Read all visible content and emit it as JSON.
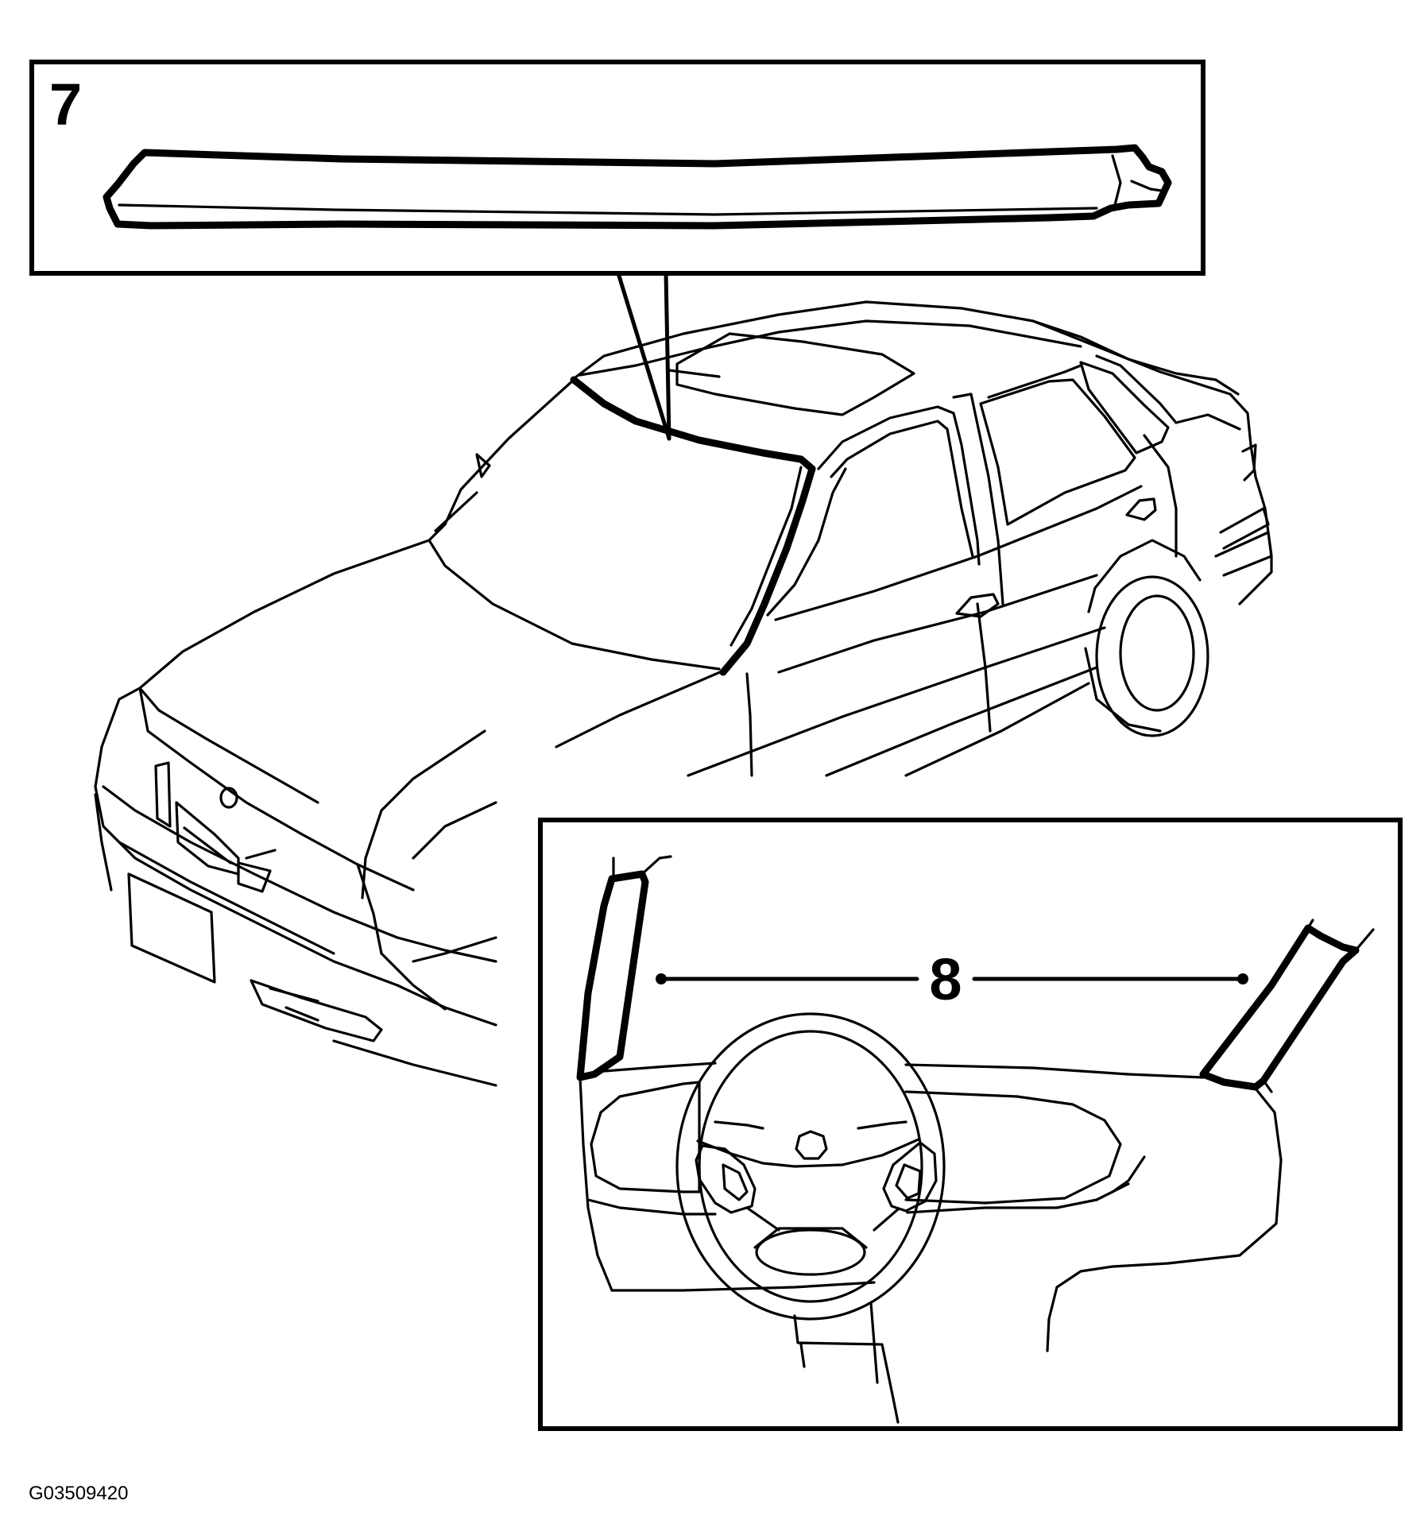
{
  "figure": {
    "figure_id": "G03509420",
    "callouts": {
      "top_inset_number": "7",
      "bottom_inset_number": "8"
    }
  }
}
